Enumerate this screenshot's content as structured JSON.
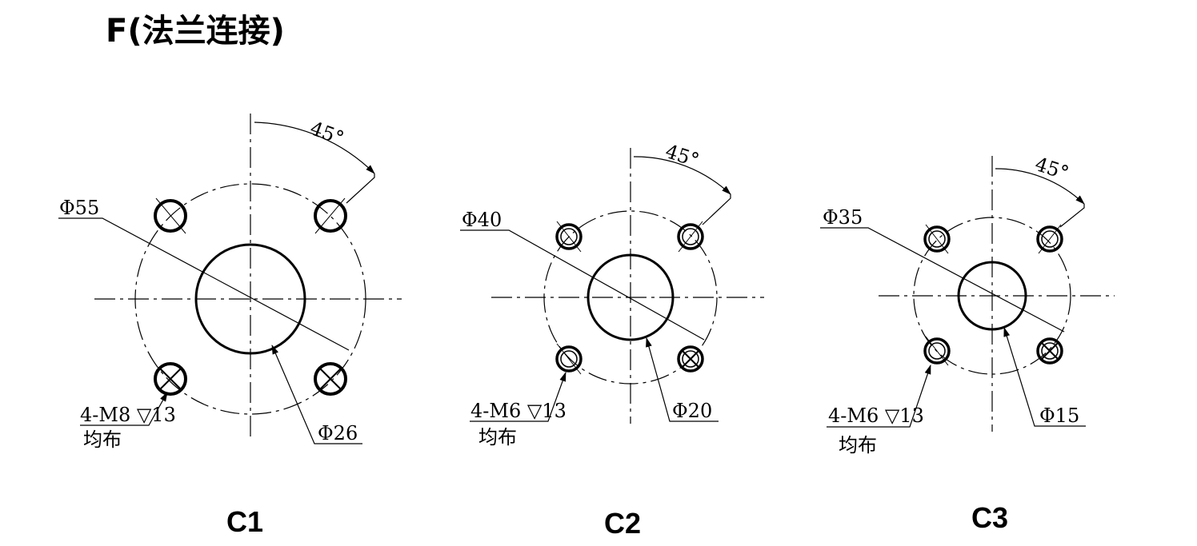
{
  "title": "F(法兰连接)",
  "flanges": [
    {
      "id": "C1",
      "caption": "C1",
      "angle_label": "45°",
      "pitch_dia_label": "Φ55",
      "bore_dia_label": "Φ26",
      "hole_spec_label": "4-M8 ▽13",
      "hole_note_label": "均布"
    },
    {
      "id": "C2",
      "caption": "C2",
      "angle_label": "45°",
      "pitch_dia_label": "Φ40",
      "bore_dia_label": "Φ20",
      "hole_spec_label": "4-M6 ▽13",
      "hole_note_label": "均布"
    },
    {
      "id": "C3",
      "caption": "C3",
      "angle_label": "45°",
      "pitch_dia_label": "Φ35",
      "bore_dia_label": "Φ15",
      "hole_spec_label": "4-M6 ▽13",
      "hole_note_label": "均布"
    }
  ]
}
